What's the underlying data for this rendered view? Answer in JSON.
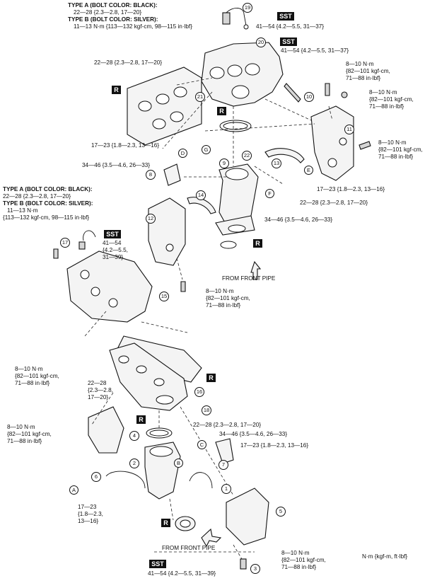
{
  "header": {
    "bolt_type_a": "TYPE A (BOLT COLOR: BLACK):",
    "bolt_type_a_torque": "22—28 {2.3—2.8, 17—20}",
    "bolt_type_b": "TYPE B (BOLT COLOR: SILVER):",
    "bolt_type_b_torque": "11—13 N·m {113—132 kgf-cm, 98—115 in·lbf}"
  },
  "left_block": {
    "type_a": "TYPE A (BOLT COLOR: BLACK):",
    "type_a_torque": "22—28 {2.3—2.8, 17—20}",
    "type_b": "TYPE B (BOLT COLOR: SILVER):",
    "type_b_torque_1": "11—13 N·m",
    "type_b_torque_2": "{113—132 kgf-cm, 98—115 in·lbf}"
  },
  "torques": {
    "sst_19": "41—54 {4.2—5.5, 31—37}",
    "sst_10": "41—54 {4.2—5.5, 31—37}",
    "t_22_28_upper": "22—28 {2.3—2.8, 17—20}",
    "t_8_10_r1": "8—10 N·m\n{82—101 kgf-cm,\n71—88 in·lbf}",
    "t_8_10_r2": "8—10 N·m\n{82—101 kgf-cm,\n71—88 in·lbf}",
    "t_8_10_r3": "8—10 N·m\n{82—101 kgf-cm,\n71—88 in·lbf}",
    "t_17_23_g": "17—23 {1.8—2.3, 13—16}",
    "t_34_46_d": "34—46 {3.5—4.6, 26—33}",
    "t_17_23_e": "17—23 {1.8—2.3, 13—16}",
    "t_22_28_mid": "22—28 {2.3—2.8, 17—20}",
    "t_34_46_f": "34—46 {3.5—4.6, 26—33}",
    "sst_17": "41—54\n{4.2—5.5,\n31—39}",
    "t_8_10_15": "8—10 N·m\n{82—101 kgf-cm,\n71—88 in·lbf}",
    "t_8_10_left_a": "8—10 N·m\n{82—101 kgf-cm,\n71—88 in·lbf}",
    "t_22_28_left": "22—28\n{2.3—2.8,\n17—20}",
    "t_8_10_left_b": "8—10 N·m\n{82—101 kgf-cm,\n71—88 in·lbf}",
    "t_22_28_18": "22—28 {2.3—2.8, 17—20}",
    "t_34_46_b": "34—46 {3.5—4.6, 26—33}",
    "t_17_23_c": "17—23 {1.8—2.3, 13—16}",
    "t_17_23_a": "17—23\n{1.8—2.3,\n13—16}",
    "t_8_10_5": "8—10 N·m\n{82—101 kgf-cm,\n71—88 in·lbf}",
    "sst_3": "41—54 {4.2—5.5, 31—39}"
  },
  "labels": {
    "from_front_pipe_upper": "FROM FRONT PIPE",
    "from_front_pipe_lower": "FROM FRONT PIPE",
    "unit_legend": "N·m {kgf-m, ft·lbf}",
    "sst": "SST",
    "r": "R"
  },
  "callouts": [
    "1",
    "2",
    "3",
    "4",
    "5",
    "6",
    "7",
    "8",
    "9",
    "10",
    "11",
    "12",
    "13",
    "14",
    "15",
    "16",
    "17",
    "18",
    "19",
    "20",
    "21",
    "22"
  ],
  "letters": [
    "A",
    "B",
    "C",
    "D",
    "E",
    "F",
    "G"
  ]
}
